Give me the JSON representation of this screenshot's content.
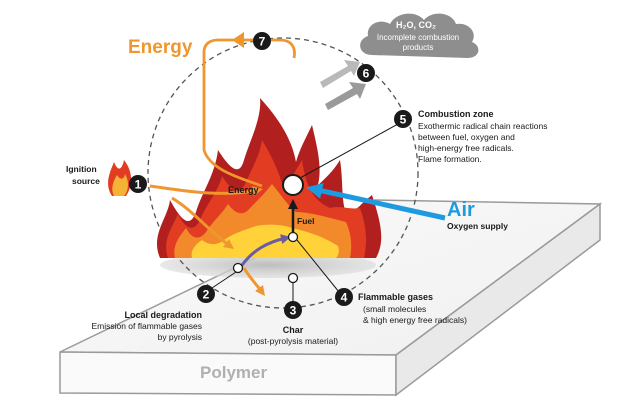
{
  "energy_title": "Energy",
  "air_title": "Air",
  "polymer_label": "Polymer",
  "energy_center_label": "Energy",
  "fuel_label": "Fuel",
  "ignition": [
    "Ignition",
    "source"
  ],
  "steps": [
    "1",
    "2",
    "3",
    "4",
    "5",
    "6",
    "7"
  ],
  "cloud": {
    "line1": "H₂O, CO₂",
    "line2": "Incomplete combustion",
    "line3": "products"
  },
  "combustion_zone": {
    "title": "Combustion zone",
    "lines": [
      "Exothermic radical chain reactions",
      "between fuel, oxygen and",
      "high-energy free radicals.",
      "Flame formation."
    ]
  },
  "oxygen_supply": "Oxygen supply",
  "flammable_gases": {
    "title": "Flammable gases",
    "lines": [
      "(small molecules",
      "& high energy free radicals)"
    ]
  },
  "local_degradation": {
    "title": "Local degradation",
    "lines": [
      "Emission of flammable gases",
      "by pyrolysis"
    ]
  },
  "char": {
    "title": "Char",
    "sub": "(post-pyrolysis material)"
  },
  "colors": {
    "energy": "#f0962d",
    "air": "#1e9be0",
    "step_circle": "#1a1a1a",
    "cloud": "#8e8e8e",
    "gas_arrow": "#9a9a9a",
    "flame_dark": "#b21f1f",
    "flame_red": "#e23c22",
    "flame_orange": "#f28a2b",
    "flame_yellow": "#ffd23a",
    "pyrolysis_arrow": "#6a5d9e"
  }
}
